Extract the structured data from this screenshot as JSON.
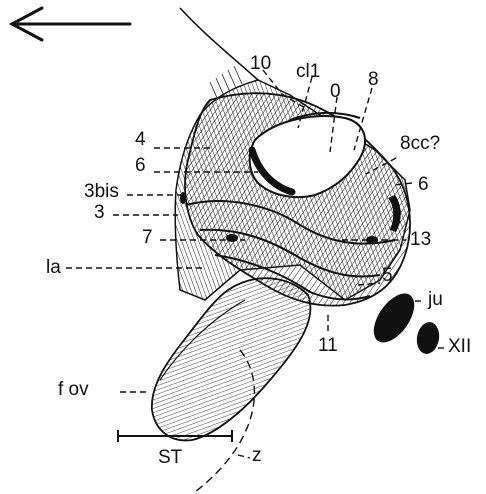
{
  "figure": {
    "labels": {
      "l10": "10",
      "cl1": "cl1",
      "l0": "0",
      "l8": "8",
      "l8cc": "8cc?",
      "l4": "4",
      "l6_left": "6",
      "l6_right": "6",
      "l3bis": "3bis",
      "l3": "3",
      "l7": "7",
      "l13": "13",
      "la": "la",
      "l5": "5",
      "ju": "ju",
      "XII": "XII",
      "l11": "11",
      "fov": "f ov",
      "ST": "ST",
      "z": "z"
    },
    "colors": {
      "ink": "#111111",
      "paper": "#ffffff"
    },
    "icons": {
      "direction_arrow": "left-arrow-icon"
    }
  }
}
